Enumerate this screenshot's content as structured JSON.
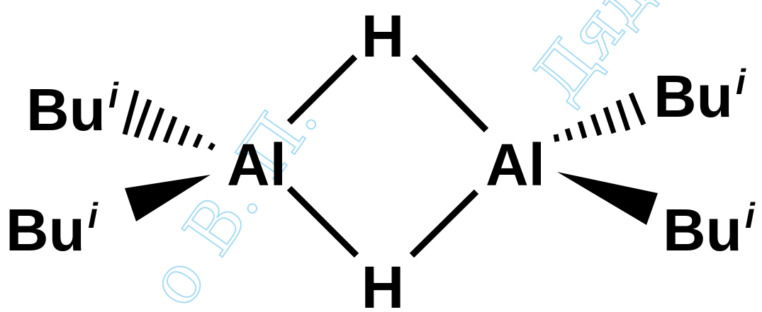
{
  "watermark": {
    "text_right": "Дяд",
    "text_left": "о В. П.",
    "color": "#9fd8ef"
  },
  "molecule": {
    "atoms": {
      "h_top": "H",
      "h_bottom": "H",
      "al_left": "Al",
      "al_right": "Al"
    },
    "substituents": {
      "left_top_main": "Bu",
      "left_top_sup": "i",
      "left_bottom_main": "Bu",
      "left_bottom_sup": "i",
      "right_top_main": "Bu",
      "right_top_sup": "i",
      "right_bottom_main": "Bu",
      "right_bottom_sup": "i"
    },
    "colors": {
      "ink": "#000000",
      "background": "#ffffff"
    }
  }
}
